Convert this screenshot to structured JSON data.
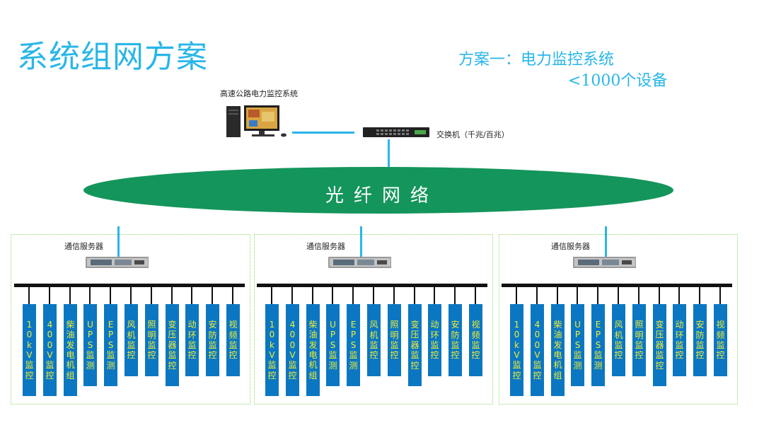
{
  "slide": {
    "title": "系统组网方案",
    "scheme": "方案一：电力监控系统",
    "capacity": "<1000个设备"
  },
  "top": {
    "monitor_label": "高速公路电力监控系统",
    "switch_label": "交换机（千兆/百兆）",
    "network_label": "光纤网络"
  },
  "colors": {
    "accent": "#29b6e8",
    "ellipse": "#14955b",
    "box": "#0b77c2",
    "box_text": "#f2ee32",
    "group_border": "#8cd96a"
  },
  "groups": [
    {
      "server_label": "通信服务器",
      "devices": [
        "10kV监控",
        "400V监控",
        "柴油发电机组",
        "UPS监测",
        "EPS监测",
        "风机监控",
        "照明监控",
        "变压器监控",
        "动环监控",
        "安防监控",
        "视频监控"
      ]
    },
    {
      "server_label": "通信服务器",
      "devices": [
        "10kV监控",
        "400V监控",
        "柴油发电机组",
        "UPS监测",
        "EPS监测",
        "风机监控",
        "照明监控",
        "变压器监控",
        "动环监控",
        "安防监控",
        "视频监控"
      ]
    },
    {
      "server_label": "通信服务器",
      "devices": [
        "10kV监控",
        "400V监控",
        "柴油发电机组",
        "UPS监测",
        "EPS监测",
        "风机监控",
        "照明监控",
        "变压器监控",
        "动环监控",
        "安防监控",
        "视频监控"
      ]
    }
  ]
}
